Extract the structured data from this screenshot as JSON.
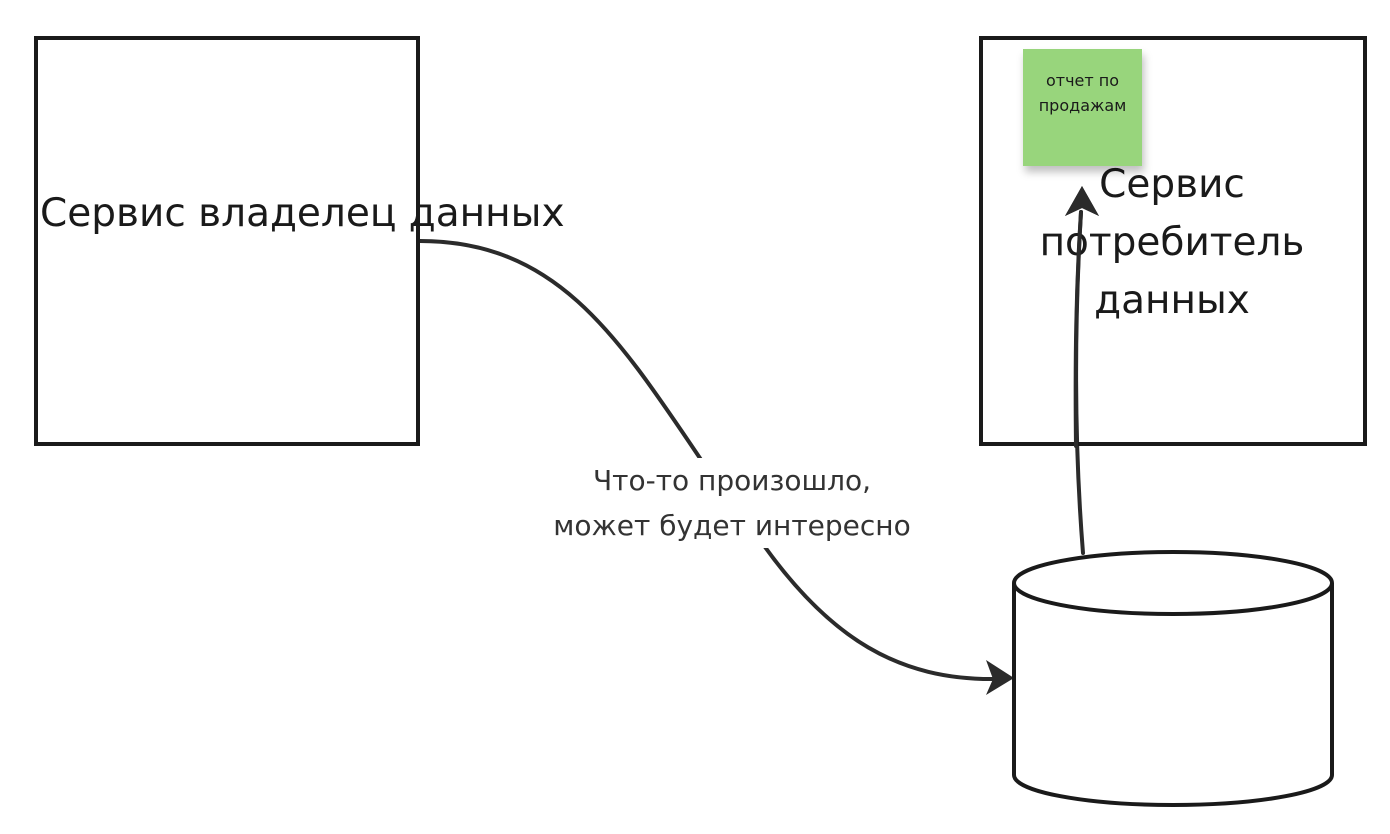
{
  "nodes": {
    "owner": {
      "label": "Сервис владелец данных"
    },
    "consumer": {
      "label": "Сервис потребитель данных"
    },
    "storage": {
      "label": ""
    }
  },
  "sticky_note": {
    "text": "отчет по продажам",
    "color": "#98d57c"
  },
  "edges": [
    {
      "from": "owner",
      "to": "storage",
      "label": "Что-то произошло,\nможет будет интересно"
    },
    {
      "from": "storage",
      "to": "consumer",
      "label": ""
    }
  ],
  "colors": {
    "stroke": "#1a1a1a",
    "arrow": "#2b2b2b",
    "background": "#ffffff"
  }
}
